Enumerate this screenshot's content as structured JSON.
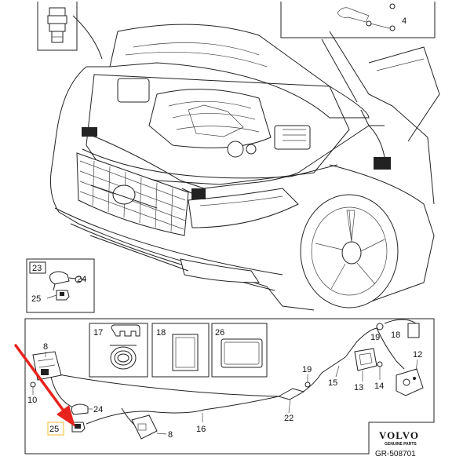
{
  "callouts": {
    "c4": "4",
    "c8a": "8",
    "c8b": "8",
    "c10": "10",
    "c12": "12",
    "c13": "13",
    "c14": "14",
    "c15": "15",
    "c16": "16",
    "c17": "17",
    "c18a": "18",
    "c18b": "18",
    "c19a": "19",
    "c19b": "19",
    "c22": "22",
    "c23": "23",
    "c24a": "24",
    "c24b": "24",
    "c25a": "25",
    "c25b": "25",
    "c26": "26"
  },
  "brand": {
    "name": "VOLVO",
    "subtitle": "GENUINE PARTS"
  },
  "drawing_code": "GR-508701",
  "colors": {
    "arrow": "#e8231e",
    "highlight_box": "#f2c94c",
    "line": "#222222"
  }
}
